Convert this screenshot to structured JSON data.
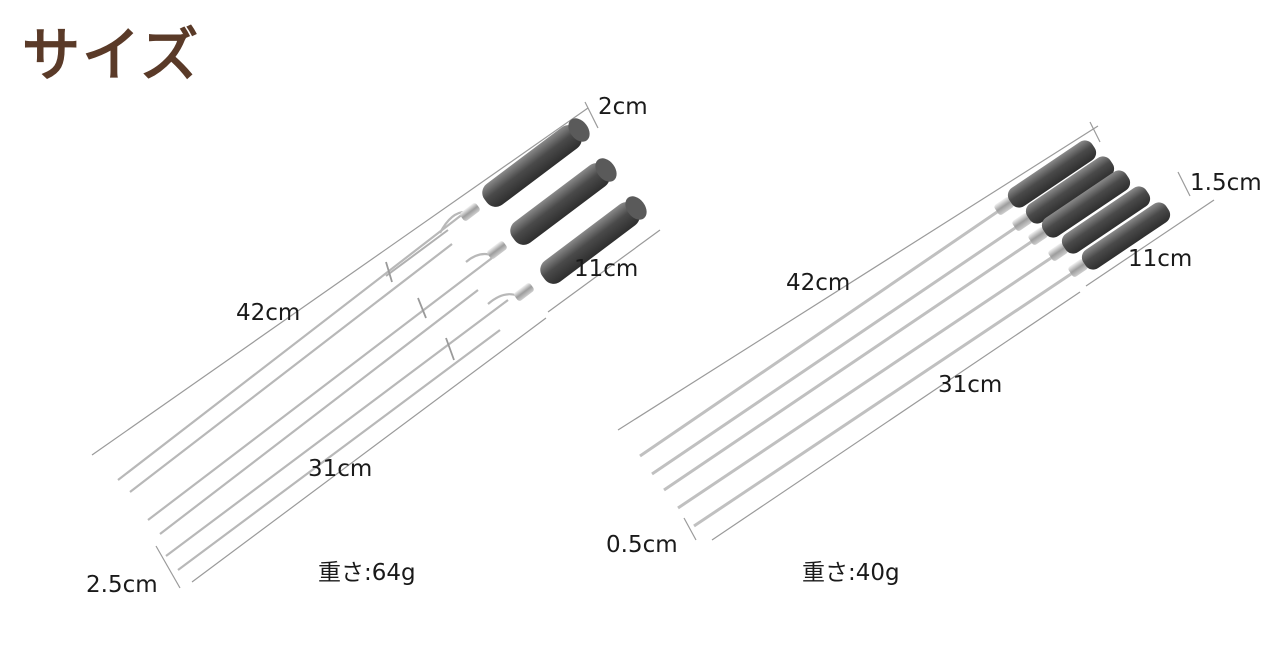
{
  "title": "サイズ",
  "left_product": {
    "length_total": "42cm",
    "length_skewer": "31cm",
    "length_handle": "11cm",
    "handle_diameter": "2cm",
    "fork_width": "2.5cm",
    "weight": "重さ:64g"
  },
  "right_product": {
    "length_total": "42cm",
    "length_skewer": "31cm",
    "length_handle": "11cm",
    "handle_diameter": "1.5cm",
    "rod_diameter": "0.5cm",
    "weight": "重さ:40g"
  }
}
